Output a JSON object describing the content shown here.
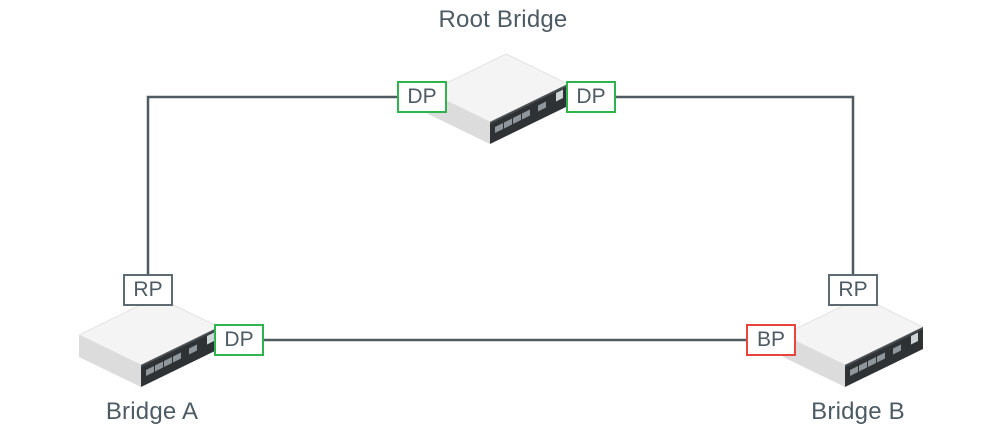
{
  "colors": {
    "link": "#4f5a61",
    "label_text": "#4d5b64",
    "designated_port": "#2fb34f",
    "blocked_port": "#e8453c",
    "root_port": "#5d6b73"
  },
  "bridges": {
    "root": {
      "name": "Root Bridge"
    },
    "a": {
      "name": "Bridge A"
    },
    "b": {
      "name": "Bridge B"
    }
  },
  "ports": {
    "root_left": {
      "label": "DP",
      "status": "designated"
    },
    "root_right": {
      "label": "DP",
      "status": "designated"
    },
    "a_up": {
      "label": "RP",
      "status": "root"
    },
    "a_right": {
      "label": "DP",
      "status": "designated"
    },
    "b_up": {
      "label": "RP",
      "status": "root"
    },
    "b_left": {
      "label": "BP",
      "status": "blocked"
    }
  },
  "links": [
    {
      "from": "Root Bridge",
      "to": "Bridge A"
    },
    {
      "from": "Root Bridge",
      "to": "Bridge B"
    },
    {
      "from": "Bridge A",
      "to": "Bridge B"
    }
  ]
}
